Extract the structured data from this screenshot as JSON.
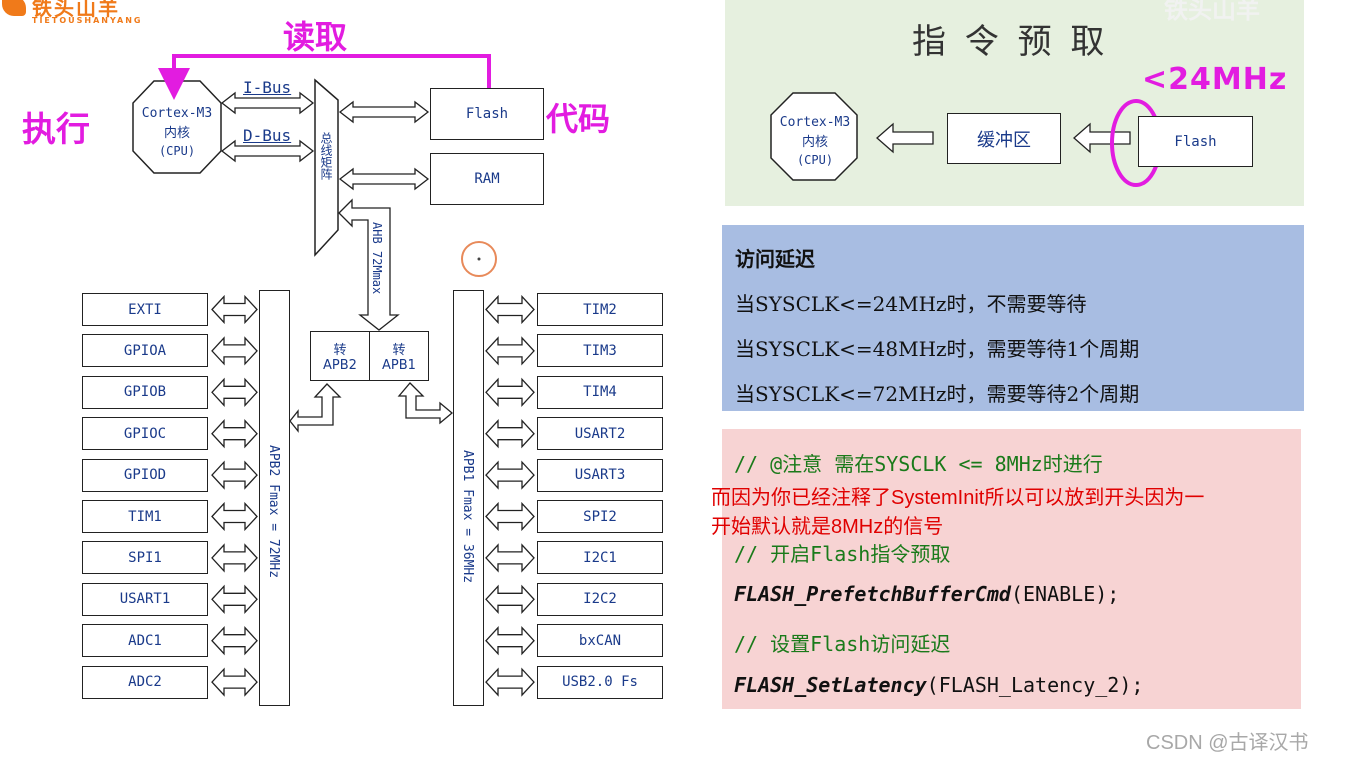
{
  "logo": {
    "cn": "铁头山羊",
    "en": "TIETOUSHANYANG"
  },
  "watermark_top": "铁头山羊",
  "diagram": {
    "annot_read": "读取",
    "annot_exec": "执行",
    "annot_code": "代码",
    "cpu_l1": "Cortex-M3",
    "cpu_l2": "内核",
    "cpu_l3": "(CPU)",
    "ibus": "I-Bus",
    "dbus": "D-Bus",
    "bus_matrix": "总线矩阵",
    "flash": "Flash",
    "ram": "RAM",
    "ahb": "AHB 72Mmax",
    "apb2_bridge_l1": "转",
    "apb2_bridge_l2": "APB2",
    "apb1_bridge_l1": "转",
    "apb1_bridge_l2": "APB1",
    "apb2_bus": "APB2 Fmax = 72MHz",
    "apb1_bus": "APB1 Fmax = 36MHz",
    "apb2_periph": [
      "EXTI",
      "GPIOA",
      "GPIOB",
      "GPIOC",
      "GPIOD",
      "TIM1",
      "SPI1",
      "USART1",
      "ADC1",
      "ADC2"
    ],
    "apb1_periph": [
      "TIM2",
      "TIM3",
      "TIM4",
      "USART2",
      "USART3",
      "SPI2",
      "I2C1",
      "I2C2",
      "bxCAN",
      "USB2.0 Fs"
    ]
  },
  "prefetch": {
    "title": "指 令 预 取",
    "annot": "<24MHz",
    "cpu_l1": "Cortex-M3",
    "cpu_l2": "内核",
    "cpu_l3": "(CPU)",
    "buffer": "缓冲区",
    "flash": "Flash"
  },
  "latency": {
    "heading": "访问延迟",
    "lines": [
      "当SYSCLK<=24MHz时，不需要等待",
      "当SYSCLK<=48MHz时，需要等待1个周期",
      "当SYSCLK<=72MHz时，需要等待2个周期"
    ]
  },
  "code": {
    "c1": "// @注意 需在SYSCLK <= 8MHz时进行",
    "note_l1": "而因为你已经注释了SystemInit所以可以放到开头因为一",
    "note_l2": "开始默认就是8MHz的信号",
    "c2": "// 开启Flash指令预取",
    "fn1": "FLASH_PrefetchBufferCmd",
    "arg1": "(ENABLE);",
    "c3": "// 设置Flash访问延迟",
    "fn2": "FLASH_SetLatency",
    "arg2": "(FLASH_Latency_2);"
  },
  "footer": "CSDN @古译汉书"
}
